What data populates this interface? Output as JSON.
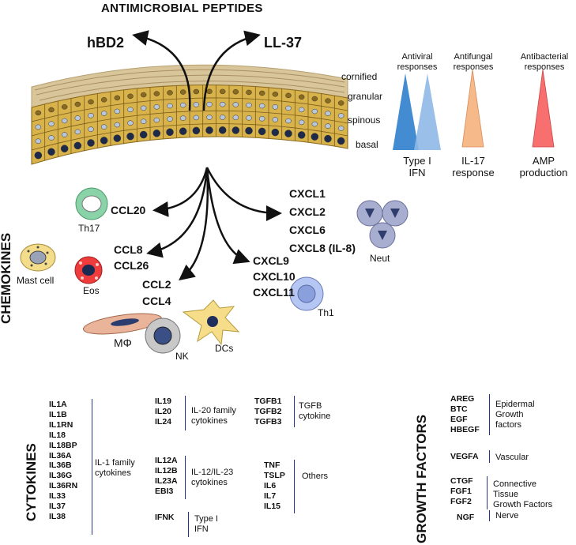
{
  "title": "ANTIMICROBIAL PEPTIDES",
  "peptides": [
    "hBD2",
    "LL-37"
  ],
  "layers": [
    "cornified",
    "granular",
    "spinous",
    "basal"
  ],
  "responses": [
    {
      "head": "Antiviral responses",
      "foot": "Type I IFN",
      "color": "#3a8ad6"
    },
    {
      "head": "Antifungal responses",
      "foot": "IL-17 response",
      "color": "#f6b98a"
    },
    {
      "head": "Antibacterial responses",
      "foot": "AMP production",
      "color": "#f76f6f"
    }
  ],
  "chemokines_label": "CHEMOKINES",
  "chemokine_groups": {
    "g1": [
      "CCL20"
    ],
    "g2": [
      "CCL8",
      "CCL26"
    ],
    "g3": [
      "CCL2",
      "CCL4"
    ],
    "g4": [
      "CXCL9",
      "CXCL10",
      "CXCL11"
    ],
    "g5": [
      "CXCL1",
      "CXCL2",
      "CXCL6",
      "CXCL8 (IL-8)"
    ]
  },
  "cells": {
    "th17": "Th17",
    "mast": "Mast cell",
    "eos": "Eos",
    "mphi": "MΦ",
    "nk": "NK",
    "dcs": "DCs",
    "th1": "Th1",
    "neut": "Neut"
  },
  "cytokines_label": "CYTOKINES",
  "cytokine_groups": {
    "il1": {
      "genes": [
        "IL1A",
        "IL1B",
        "IL1RN",
        "IL18",
        "IL18BP",
        "IL36A",
        "IL36B",
        "IL36G",
        "IL36RN",
        "IL33",
        "IL37",
        "IL38"
      ],
      "label": [
        "IL-1 family",
        "cytokines"
      ]
    },
    "il20": {
      "genes": [
        "IL19",
        "IL20",
        "IL24"
      ],
      "label": [
        "IL-20 family",
        "cytokines"
      ]
    },
    "il12": {
      "genes": [
        "IL12A",
        "IL12B",
        "IL23A",
        "EBI3"
      ],
      "label": [
        "IL-12/IL-23",
        "cytokines"
      ]
    },
    "ifnk": {
      "genes": [
        "IFNK"
      ],
      "label": [
        "Type I",
        "IFN"
      ]
    },
    "tgfb": {
      "genes": [
        "TGFB1",
        "TGFB2",
        "TGFB3"
      ],
      "label": [
        "TGFB",
        "cytokine"
      ]
    },
    "others": {
      "genes": [
        "TNF",
        "TSLP",
        "IL6",
        "IL7",
        "IL15"
      ],
      "label": [
        "Others"
      ]
    }
  },
  "growth_label": "GROWTH FACTORS",
  "growth_groups": {
    "egf": {
      "genes": [
        "AREG",
        "BTC",
        "EGF",
        "HBEGF"
      ],
      "label": [
        "Epidermal",
        "Growth",
        "factors"
      ]
    },
    "vegf": {
      "genes": [
        "VEGFA"
      ],
      "label": [
        "Vascular"
      ]
    },
    "ctgf": {
      "genes": [
        "CTGF",
        "FGF1",
        "FGF2"
      ],
      "label": [
        "Connective",
        "Tissue",
        "Growth Factors"
      ]
    },
    "ngf": {
      "genes": [
        "NGF"
      ],
      "label": [
        "Nerve"
      ]
    }
  }
}
